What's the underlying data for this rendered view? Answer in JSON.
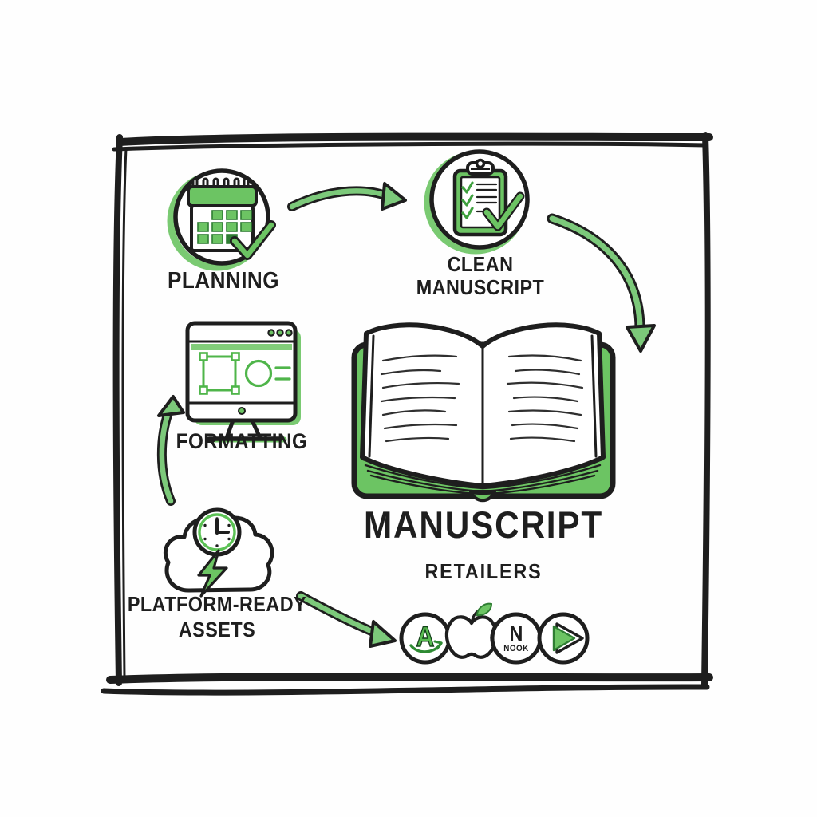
{
  "colors": {
    "ink": "#1e1e1e",
    "accent_green": "#6cc463",
    "accent_green_dark": "#2e7d32",
    "paper": "#ffffff"
  },
  "nodes": {
    "planning": {
      "label": "PLANNING",
      "icon": "calendar-check-icon"
    },
    "clean_manuscript": {
      "line1": "CLEAN",
      "line2": "MANUSCRIPT",
      "icon": "clipboard-checklist-icon"
    },
    "formatting": {
      "label": "FORMATTING",
      "icon": "monitor-design-icon"
    },
    "platform_assets": {
      "line1": "PLATFORM-READY",
      "line2": "ASSETS",
      "icon": "cloud-clock-bolt-icon"
    },
    "book": {
      "title": "MANUSCRIPT",
      "subtitle": "RETAILERS",
      "icon": "open-book-illustration"
    }
  },
  "retailer_icons": [
    {
      "name": "amazon",
      "letter": "A"
    },
    {
      "name": "apple"
    },
    {
      "name": "nook",
      "letter": "N",
      "label": "NOOK"
    },
    {
      "name": "google-play"
    }
  ],
  "connections": [
    "planning -> clean_manuscript",
    "clean_manuscript -> book",
    "platform_assets -> formatting",
    "platform_assets -> retailer_icons"
  ]
}
